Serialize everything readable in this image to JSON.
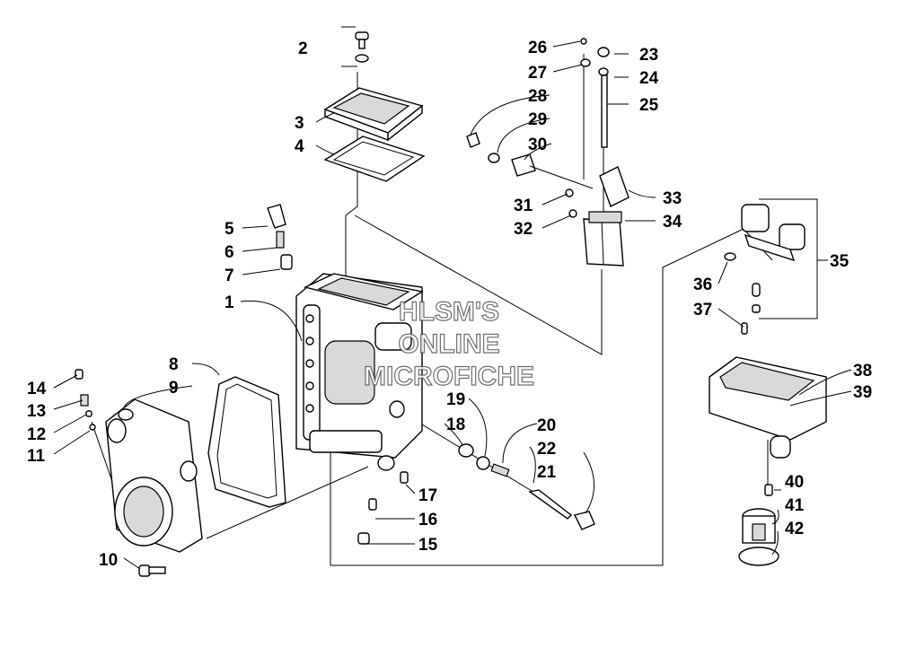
{
  "watermark": {
    "line1": "HLSM'S",
    "line2": "ONLINE",
    "line3": "MICROFICHE"
  },
  "callouts": [
    "1",
    "2",
    "3",
    "4",
    "5",
    "6",
    "7",
    "8",
    "9",
    "10",
    "11",
    "12",
    "13",
    "14",
    "15",
    "16",
    "17",
    "18",
    "19",
    "20",
    "21",
    "22",
    "23",
    "24",
    "25",
    "26",
    "27",
    "28",
    "29",
    "30",
    "31",
    "32",
    "33",
    "34",
    "35",
    "36",
    "37",
    "38",
    "39",
    "40",
    "41",
    "42"
  ]
}
